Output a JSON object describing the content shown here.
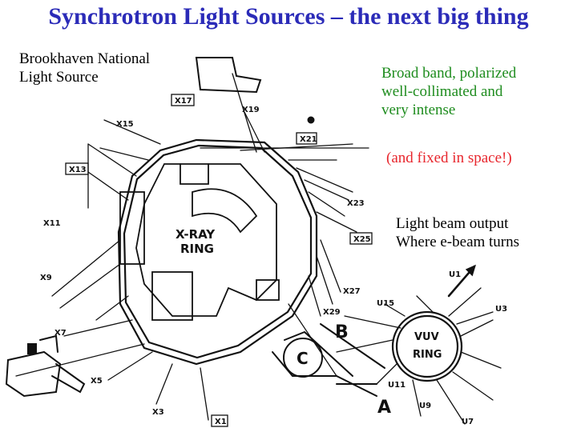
{
  "title": "Synchrotron Light Sources – the next big thing",
  "facility": {
    "line1": "Brookhaven National",
    "line2": "Light Source"
  },
  "features": {
    "line1": "Broad band, polarized",
    "line2": "well-collimated and",
    "line3": "very intense",
    "fixed": "(and fixed in space!)"
  },
  "beam_note": {
    "line1": "Light beam output",
    "line2": "Where e-beam turns"
  },
  "diagram": {
    "xray_ring": [
      "X-RAY",
      "RING"
    ],
    "vuv_ring": [
      "VUV",
      "RING"
    ],
    "labels": {
      "x1": "X1",
      "x3": "X3",
      "x5": "X5",
      "x7": "X7",
      "x9": "X9",
      "x11": "X11",
      "x13": "X13",
      "x15": "X15",
      "x17": "X17",
      "x19": "X19",
      "x21": "X21",
      "x23": "X23",
      "x25": "X25",
      "x27": "X27",
      "x29": "X29",
      "a": "A",
      "b": "B",
      "c": "C",
      "u1": "U1",
      "u3": "U3",
      "u7": "U7",
      "u9": "U9",
      "u11": "U11",
      "u15": "U15"
    }
  },
  "colors": {
    "title": "#2b2bb8",
    "green_text": "#1e8c1e",
    "red_text": "#e8262d"
  }
}
